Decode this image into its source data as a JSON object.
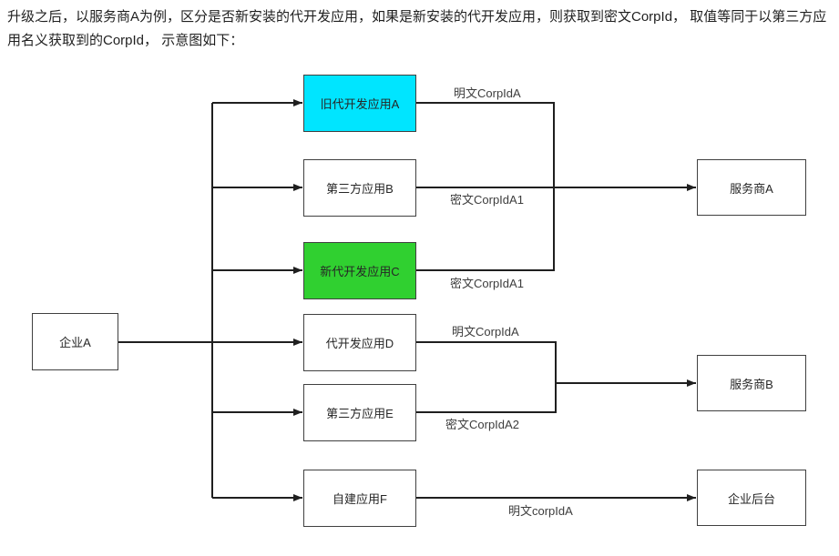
{
  "header": {
    "paragraph": "升级之后，以服务商A为例，区分是否新安装的代开发应用，如果是新安装的代开发应用，则获取到密文CorpId， 取值等同于以第三方应用名义获取到的CorpId， 示意图如下："
  },
  "diagram": {
    "enterprise": {
      "label": "企业A"
    },
    "apps": [
      {
        "id": "a",
        "label": "旧代开发应用A",
        "bg": "#00e5ff"
      },
      {
        "id": "b",
        "label": "第三方应用B",
        "bg": "#ffffff"
      },
      {
        "id": "c",
        "label": "新代开发应用C",
        "bg": "#30d030"
      },
      {
        "id": "d",
        "label": "代开发应用D",
        "bg": "#ffffff"
      },
      {
        "id": "e",
        "label": "第三方应用E",
        "bg": "#ffffff"
      },
      {
        "id": "f",
        "label": "自建应用F",
        "bg": "#ffffff"
      }
    ],
    "providers": [
      {
        "id": "provider-a",
        "label": "服务商A"
      },
      {
        "id": "provider-b",
        "label": "服务商B"
      },
      {
        "id": "backend",
        "label": "企业后台"
      }
    ],
    "edge_labels": {
      "a_plain": "明文CorpIdA",
      "b_cipher": "密文CorpIdA1",
      "c_cipher": "密文CorpIdA1",
      "d_plain": "明文CorpIdA",
      "e_cipher": "密文CorpIdA2",
      "f_plain": "明文corpIdA"
    },
    "colors": {
      "highlight_cyan": "#00e5ff",
      "highlight_green": "#30d030",
      "line": "#1f1f1f"
    }
  }
}
